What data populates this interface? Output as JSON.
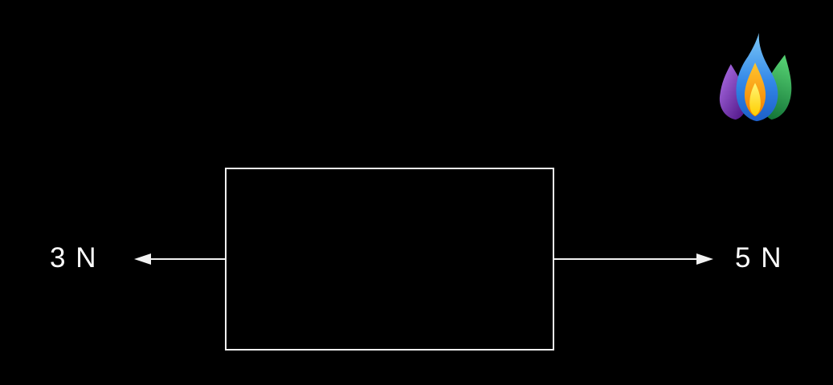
{
  "colors": {
    "background": "#000000",
    "stroke": "#f2f2f2",
    "label_text": "#ffffff"
  },
  "diagram": {
    "object_shape": "rectangle",
    "forces": [
      {
        "label": "3 N",
        "magnitude_N": 3,
        "direction": "left"
      },
      {
        "label": "5 N",
        "magnitude_N": 5,
        "direction": "right"
      }
    ]
  },
  "logo": {
    "name": "multicolor-flame-logo",
    "flame_colors": {
      "purple_light": "#b173ea",
      "purple_dark": "#4d1384",
      "blue_light": "#7cc8f7",
      "blue_mid": "#3388e8",
      "blue_dark": "#1d5fc8",
      "green_light": "#52cc6f",
      "green_dark": "#0f6e33",
      "orange_light": "#ffc62e",
      "orange_dark": "#f57d00",
      "yellow_light": "#fff677",
      "yellow_dark": "#ffce00"
    }
  }
}
